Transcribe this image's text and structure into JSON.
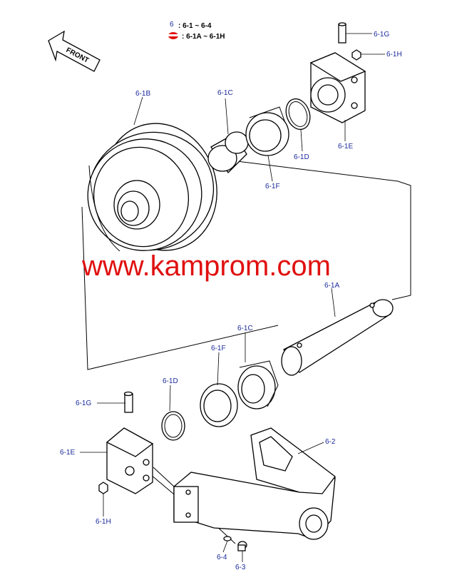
{
  "legend": {
    "line1_marker": "6",
    "line1_text": ": 6-1 ~ 6-4",
    "line2_text": ": 6-1A ~ 6-1H"
  },
  "front_label": "FRONT",
  "watermark": "www.kamprom.com",
  "callouts": {
    "c_6_1g_top": "6-1G",
    "c_6_1h_top": "6-1H",
    "c_6_1b": "6-1B",
    "c_6_1c_top": "6-1C",
    "c_6_1e_top": "6-1E",
    "c_6_1d_top": "6-1D",
    "c_6_1f_top": "6-1F",
    "c_6_1a": "6-1A",
    "c_6_1c_bot": "6-1C",
    "c_6_1f_bot": "6-1F",
    "c_6_1d_bot": "6-1D",
    "c_6_1g_bot": "6-1G",
    "c_6_1e_bot": "6-1E",
    "c_6_2": "6-2",
    "c_6_1h_bot": "6-1H",
    "c_6_4": "6-4",
    "c_6_3": "6-3"
  },
  "colors": {
    "label": "#1a2a9a",
    "watermark": "#e01010",
    "legend_badge": "#e01010"
  }
}
